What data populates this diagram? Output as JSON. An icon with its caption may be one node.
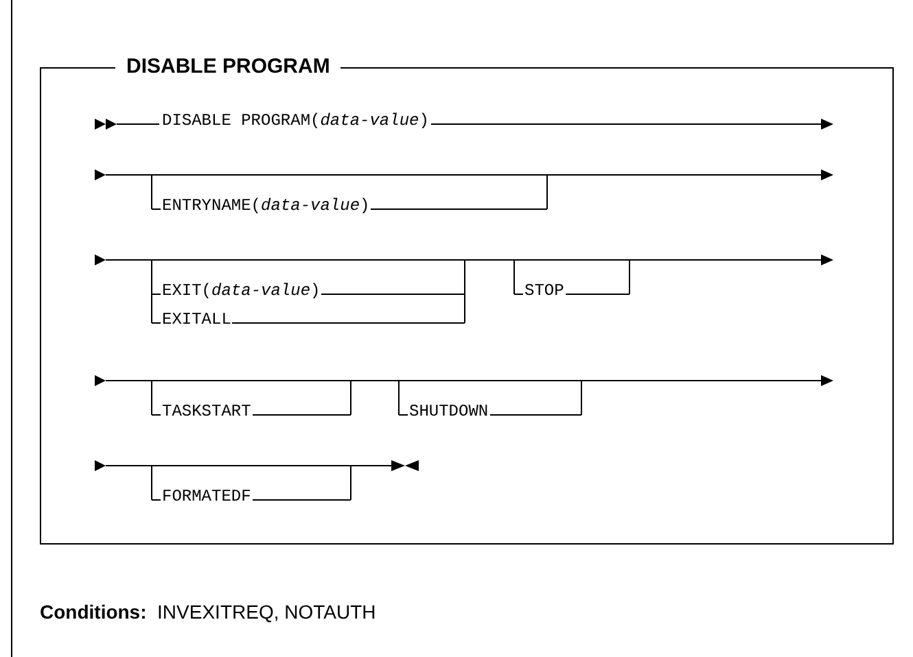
{
  "diagram": {
    "title": "DISABLE PROGRAM",
    "labels": [
      "DISABLE PROGRAM(*data-value*)",
      "ENTRYNAME(*data-value*)",
      "EXIT(*data-value*)",
      "EXITALL",
      "STOP",
      "TASKSTART",
      "SHUTDOWN",
      "FORMATEDF",
      "**Conditions:**  INVEXITREQ, NOTAUTH"
    ]
  }
}
